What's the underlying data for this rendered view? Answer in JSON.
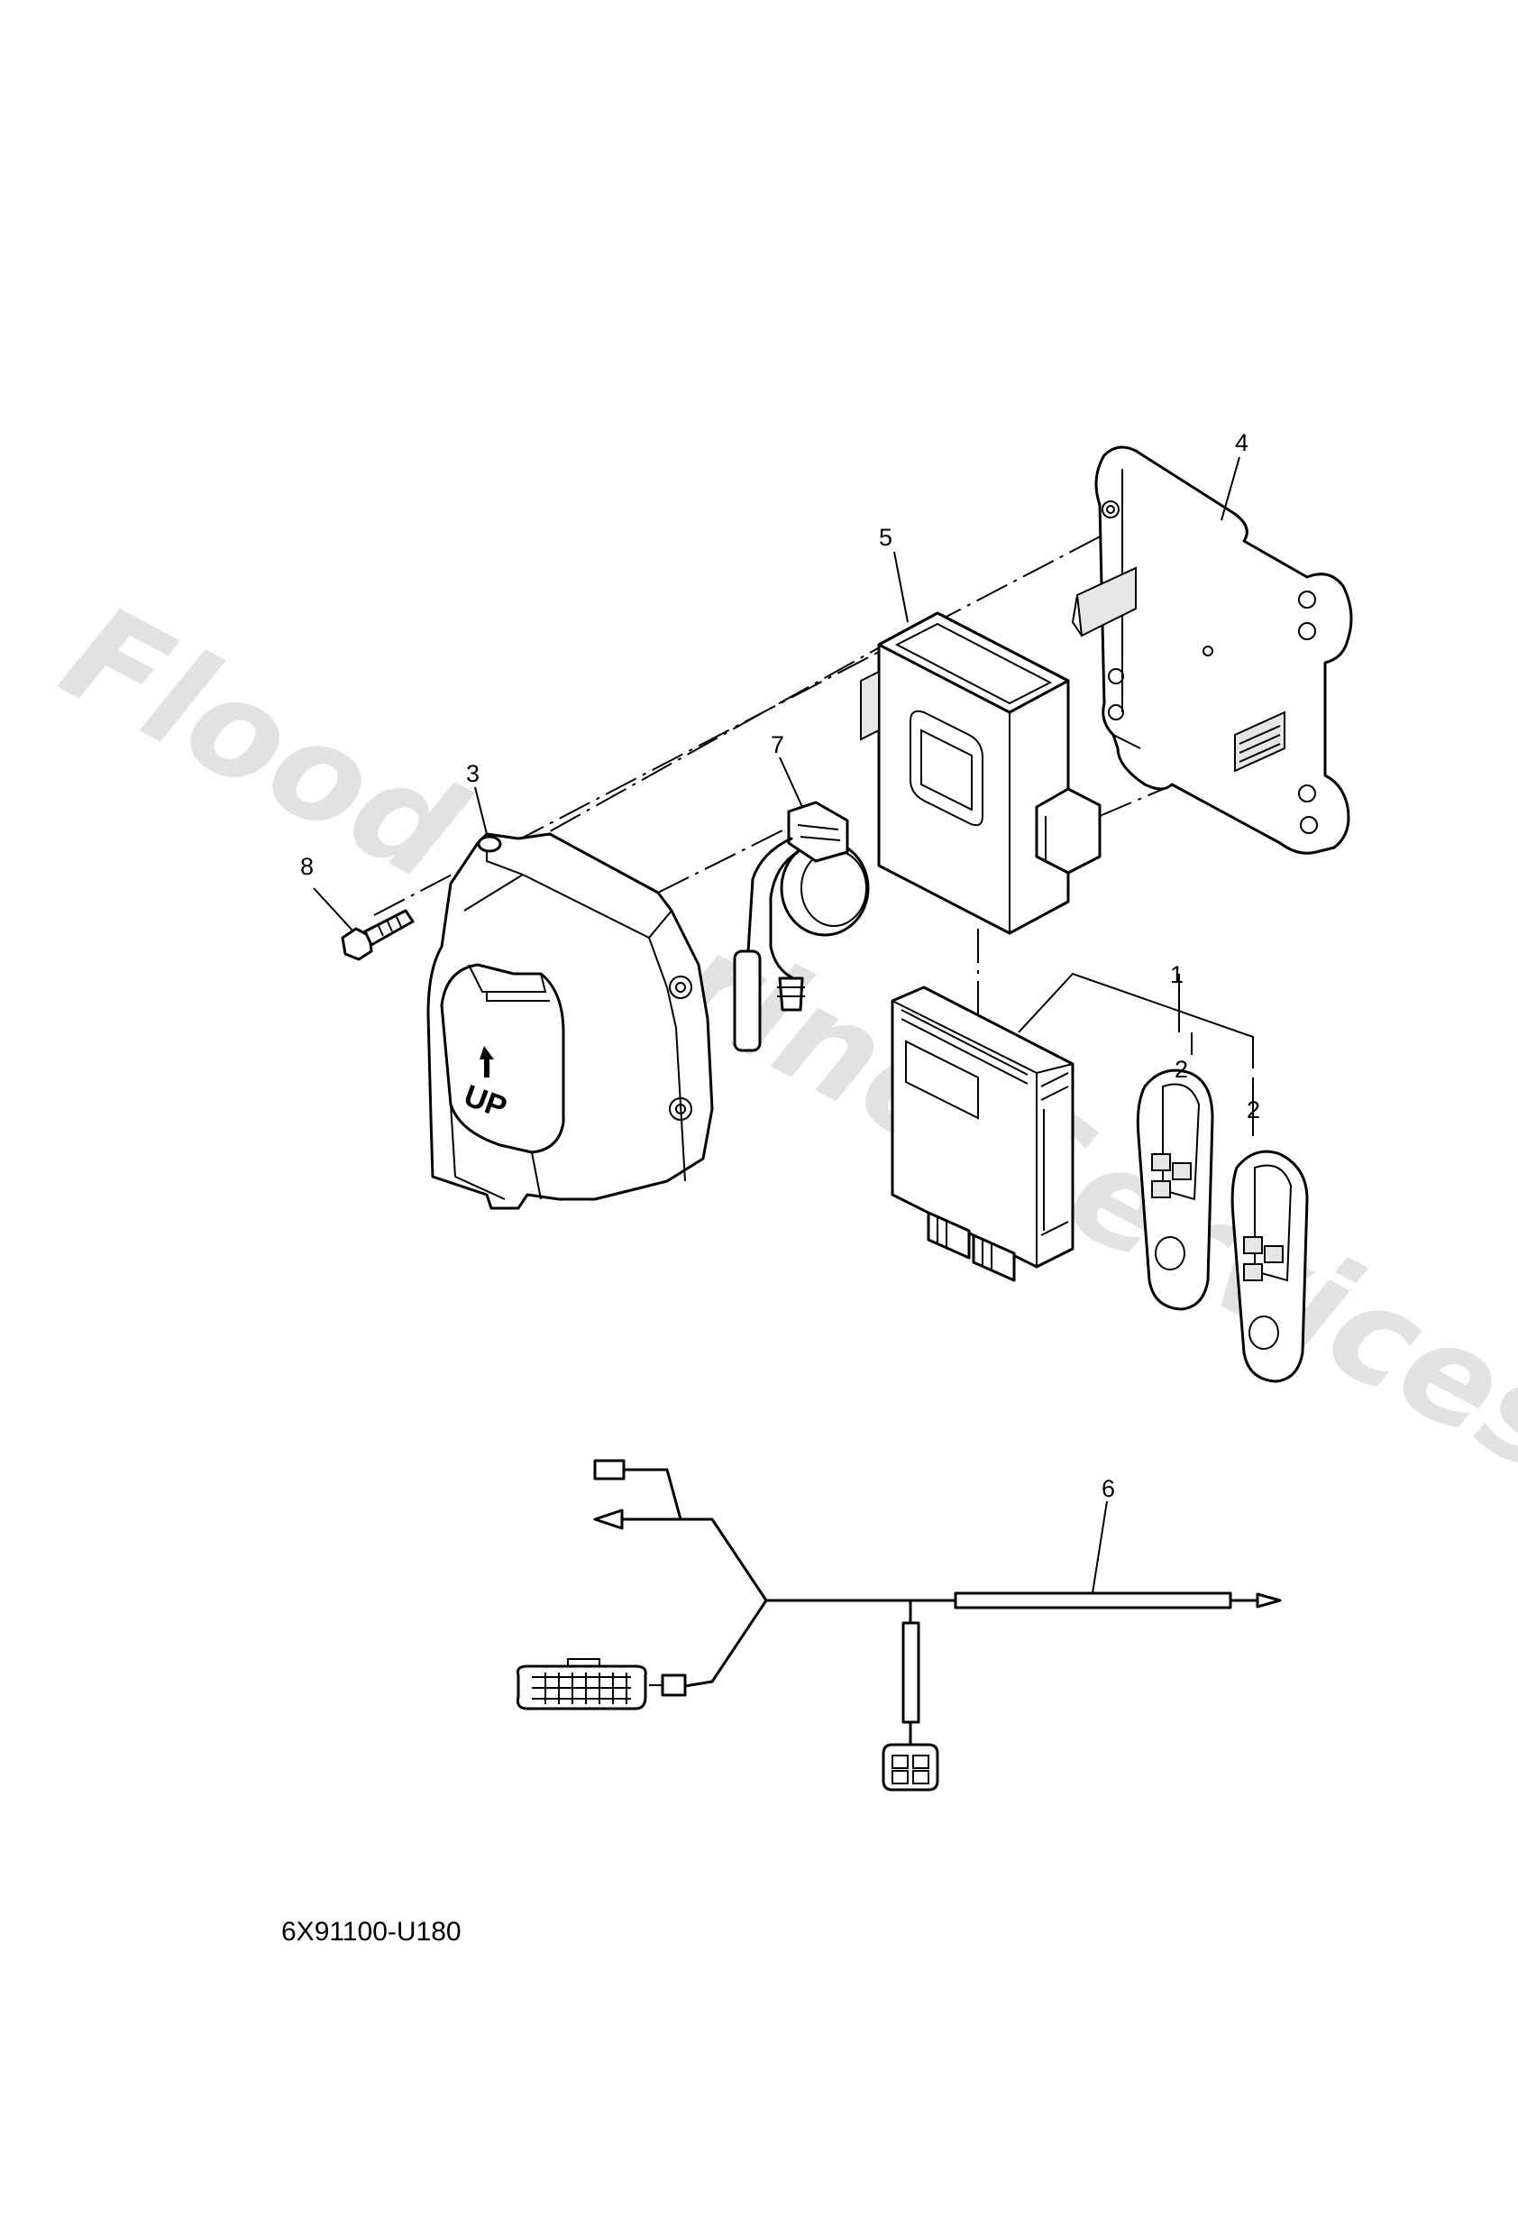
{
  "watermark": "Flood Marine Services",
  "diagram_code": "6X91100-U180",
  "callouts": {
    "c1": "1",
    "c2a": "2",
    "c2b": "2",
    "c3": "3",
    "c4": "4",
    "c5": "5",
    "c6": "6",
    "c7": "7",
    "c8": "8"
  }
}
